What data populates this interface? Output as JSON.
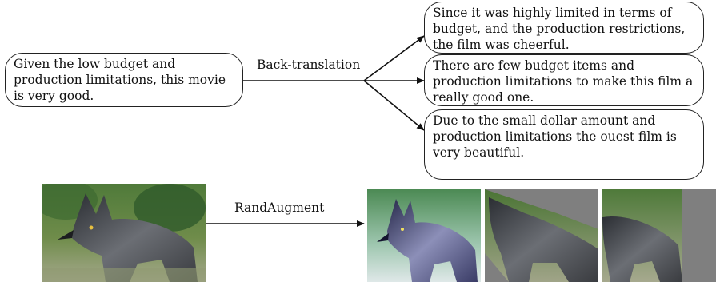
{
  "nlp": {
    "source_text": "Given the low budget and production limitations, this movie is very good.",
    "method_label": "Back-translation",
    "outputs": [
      "Since it was highly limited in terms of budget, and the production restrictions, the film was cheerful.",
      "There are few budget items and production limitations to make this film a really good one.",
      "Due to the small dollar amount and production limitations the ouest film is very beautiful."
    ]
  },
  "vision": {
    "source_image": "fox-photo",
    "method_label": "RandAugment",
    "outputs": [
      "fox-photo-color-jitter",
      "fox-photo-shear",
      "fox-photo-translate"
    ],
    "fill_color": "#7f7f7f"
  }
}
